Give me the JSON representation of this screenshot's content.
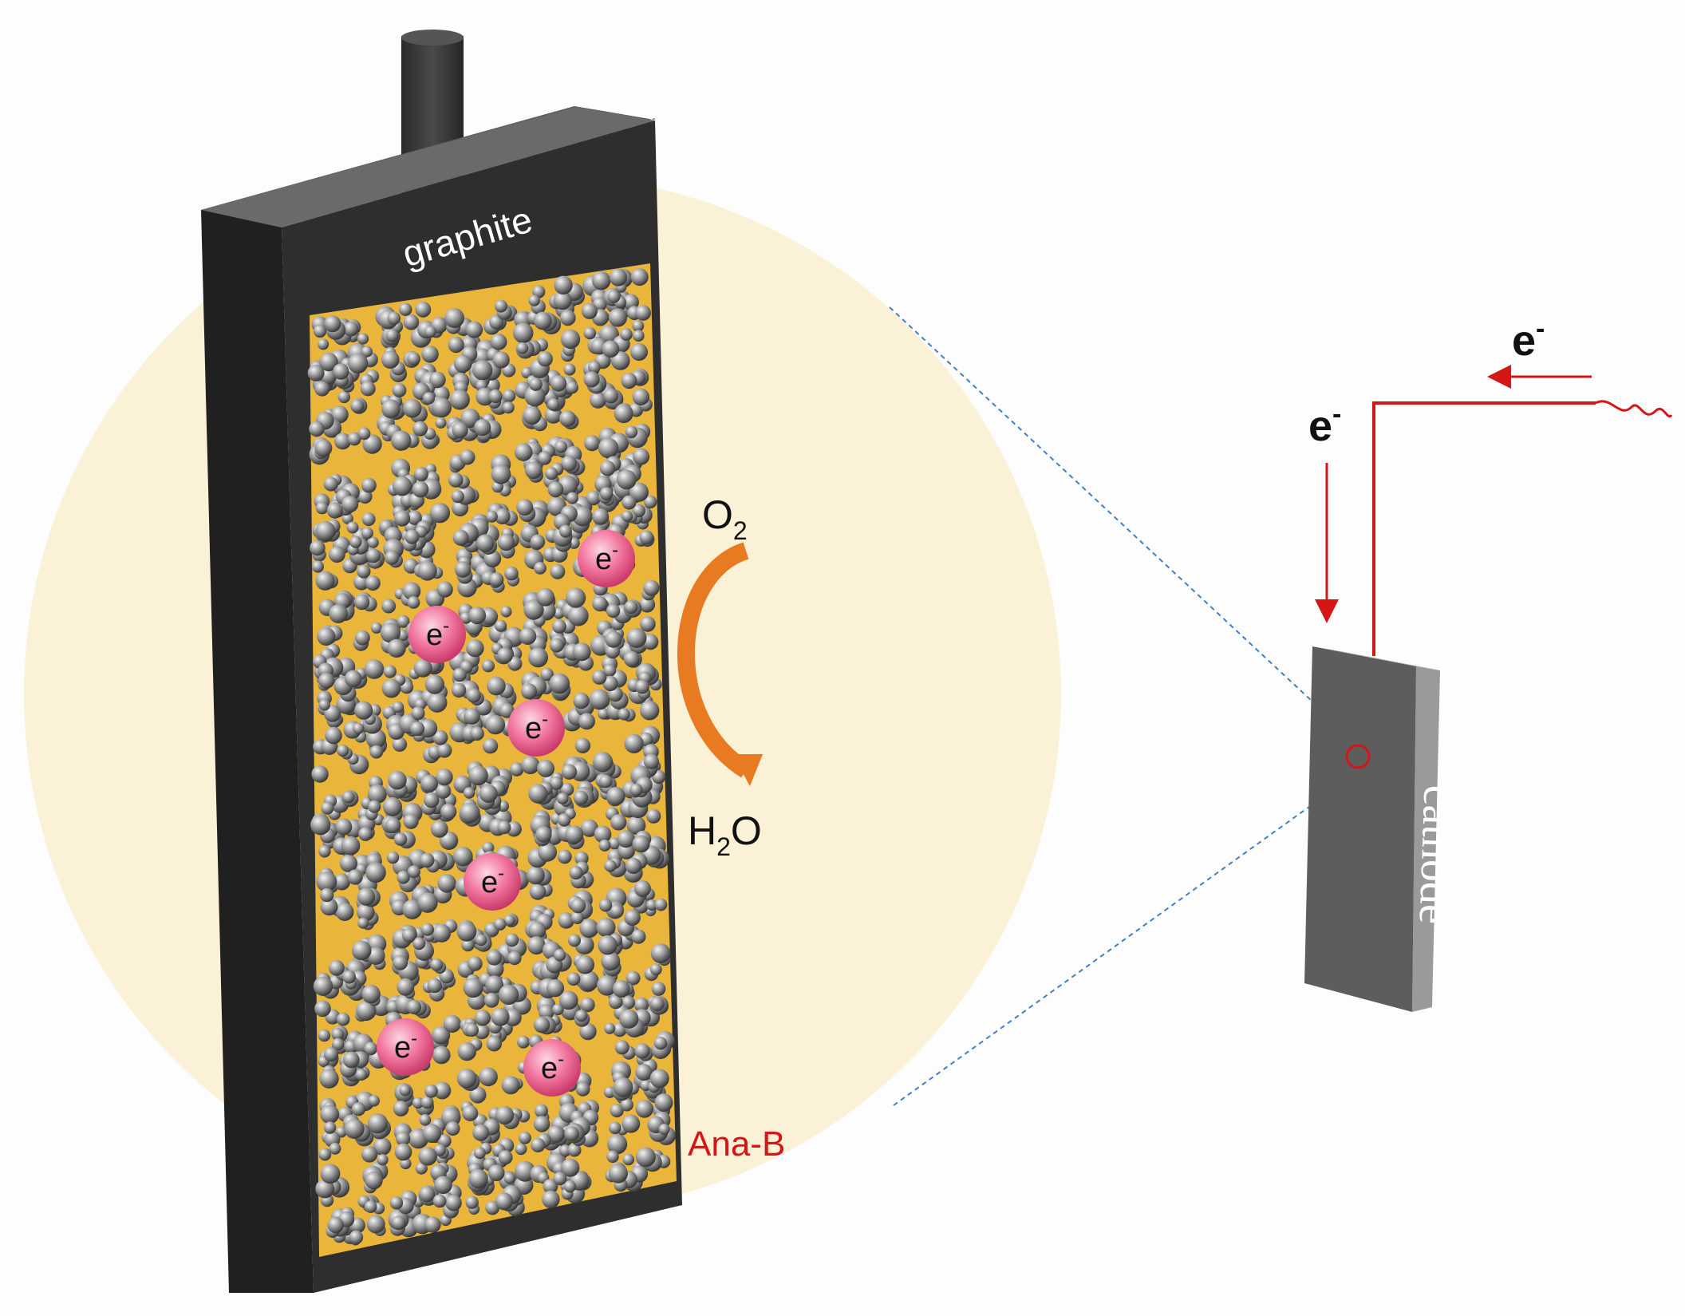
{
  "labels": {
    "graphite": "graphite",
    "o2_main": "O",
    "o2_sub": "2",
    "h2o_h": "H",
    "h2o_sub": "2",
    "h2o_o": "O",
    "electron_base": "e",
    "electron_sup": "-",
    "ana_b": "Ana-B",
    "cathode": "cathode"
  },
  "colors": {
    "background": "#fdfdfd",
    "highlight_circle": "#fbf1d6",
    "electrode_face": "#2e2e2e",
    "electrode_side": "#202020",
    "electrode_top": "#5b5b5b",
    "enzyme_gray": "#8c8c8c",
    "binder_gold": "#e9b53b",
    "electron_pink": "#ee5f8f",
    "arrow_orange": "#e87a22",
    "wire_red": "#d41616",
    "ana_b_red": "#d41616",
    "zoom_line_blue": "#3f80c6",
    "cathode_face": "#5d5d5d",
    "cathode_side": "#9a9a9a"
  },
  "counts": {
    "electrons_on_electrode": 6
  }
}
